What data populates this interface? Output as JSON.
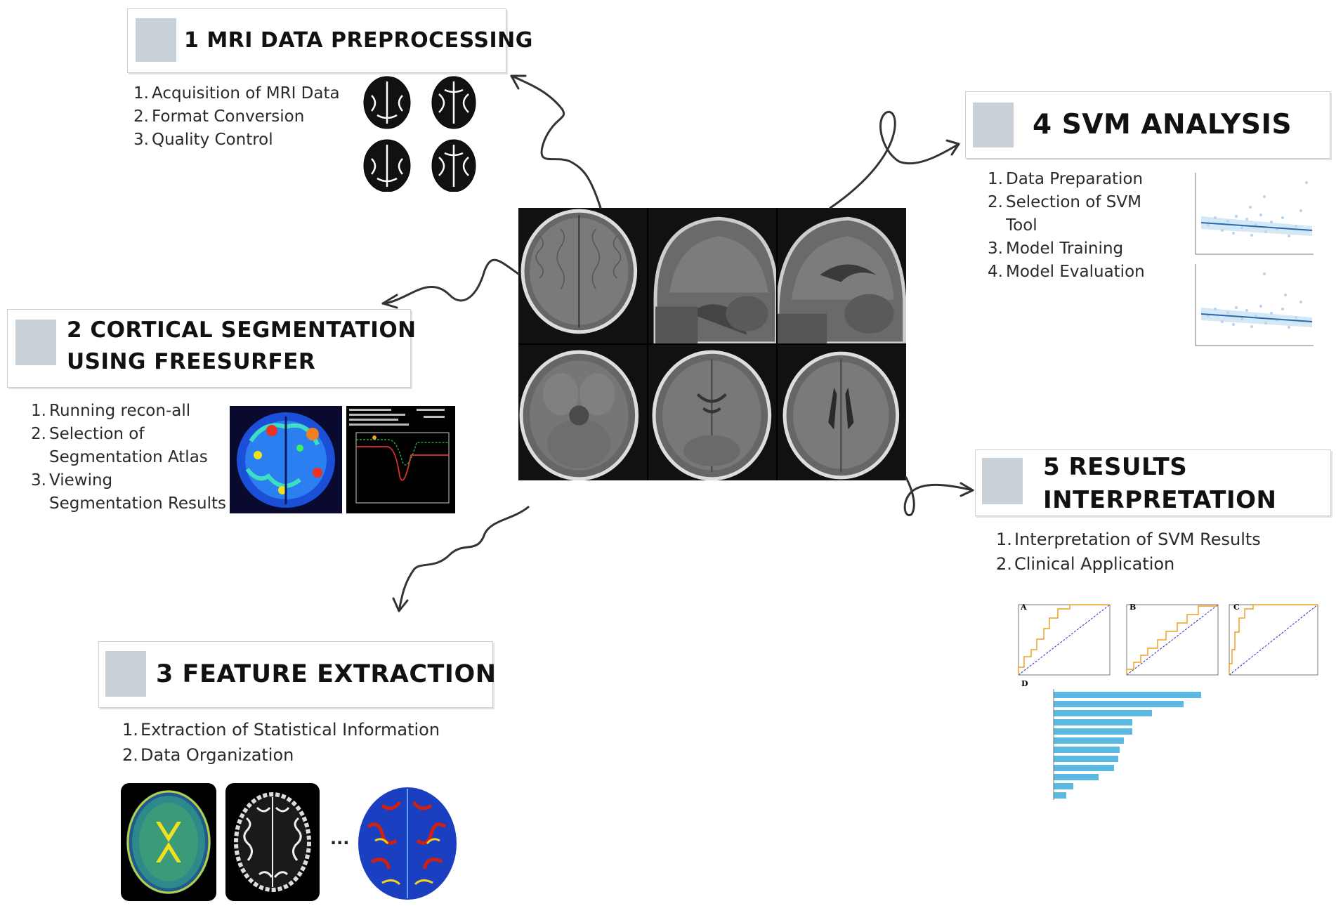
{
  "sections": {
    "s1": {
      "title": "1 MRI DATA PREPROCESSING",
      "items": [
        {
          "num": "1.",
          "text": "Acquisition of MRI Data"
        },
        {
          "num": "2.",
          "text": "Format Conversion"
        },
        {
          "num": "3.",
          "text": "Quality Control"
        }
      ]
    },
    "s2": {
      "title_line1": "2 CORTICAL SEGMENTATION",
      "title_line2": "USING FREESURFER",
      "items": [
        {
          "num": "1.",
          "text": "Running recon-all"
        },
        {
          "num": "2.",
          "text": "Selection of Segmentation Atlas"
        },
        {
          "num": "3.",
          "text": "Viewing Segmentation Results"
        }
      ]
    },
    "s3": {
      "title": "3 FEATURE EXTRACTION",
      "items": [
        {
          "num": "1.",
          "text": "Extraction of Statistical Information"
        },
        {
          "num": "2.",
          "text": "Data Organization"
        }
      ],
      "ellipsis": "..."
    },
    "s4": {
      "title": "4 SVM ANALYSIS",
      "items": [
        {
          "num": "1.",
          "text": "Data Preparation"
        },
        {
          "num": "2.",
          "text": "Selection of SVM Tool"
        },
        {
          "num": "3.",
          "text": "Model Training"
        },
        {
          "num": "4.",
          "text": "Model Evaluation"
        }
      ]
    },
    "s5": {
      "title_line1": "5 RESULTS",
      "title_line2": "INTERPRETATION",
      "items": [
        {
          "num": "1.",
          "text": "Interpretation of SVM Results"
        },
        {
          "num": "2.",
          "text": "Clinical Application"
        }
      ],
      "panel_labels": [
        "A",
        "B",
        "C",
        "D"
      ]
    }
  },
  "colors": {
    "accent_square": "#c8d0d8",
    "arrow": "#333333",
    "roc_line": "#f0a020",
    "bar": "#5bb8e0"
  }
}
